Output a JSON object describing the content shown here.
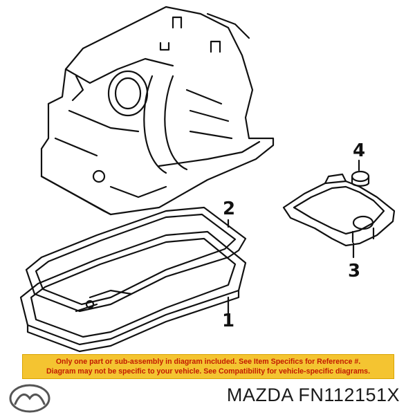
{
  "diagram": {
    "callouts": [
      {
        "id": "1",
        "label": "1"
      },
      {
        "id": "2",
        "label": "2"
      },
      {
        "id": "3",
        "label": "3"
      },
      {
        "id": "4",
        "label": "4"
      }
    ]
  },
  "banner": {
    "line1": "Only one part or sub-assembly in diagram included. See Item Specifics for Reference #.",
    "line2": "Diagram may not be specific to your vehicle. See Compatibility for vehicle-specific diagrams.",
    "background": "#f4c431",
    "text_color": "#c21a00"
  },
  "footer": {
    "brand_logo": "mazda-logo-icon",
    "part_label": "MAZDA FN112151X"
  }
}
